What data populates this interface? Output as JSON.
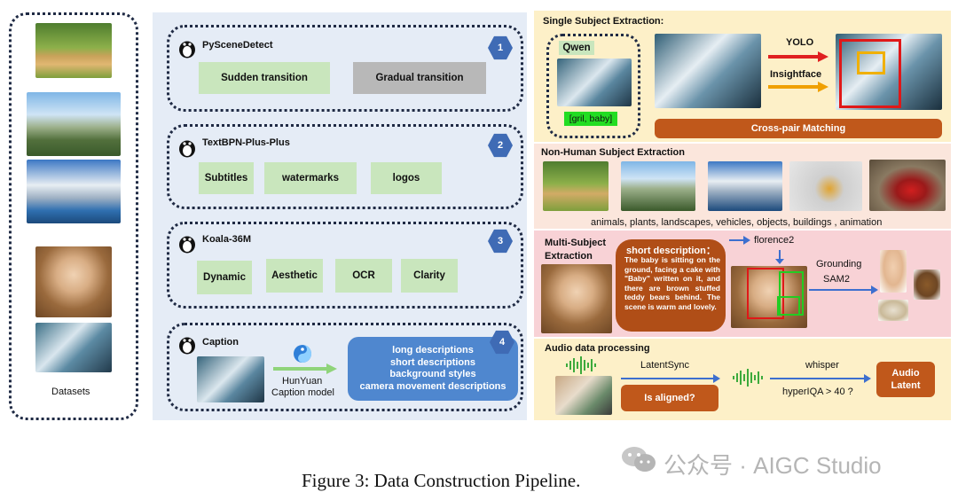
{
  "datasets_label": "Datasets",
  "stages": [
    {
      "tool": "PySceneDetect",
      "num": "1",
      "boxes": [
        "Sudden transition",
        "Gradual transition"
      ]
    },
    {
      "tool": "TextBPN-Plus-Plus",
      "num": "2",
      "boxes": [
        "Subtitles",
        "watermarks",
        "logos"
      ]
    },
    {
      "tool": "Koala-36M",
      "num": "3",
      "boxes": [
        "Dynamic",
        "Aesthetic",
        "OCR",
        "Clarity"
      ]
    },
    {
      "tool": "Caption",
      "num": "4",
      "model_line1": "HunYuan",
      "model_line2": "Caption model",
      "outputs": [
        "long descriptions",
        "short descriptions",
        "background styles",
        "camera movement descriptions"
      ]
    }
  ],
  "single": {
    "title": "Single Subject Extraction:",
    "qwen": "Qwen",
    "tags": "[gril, baby]",
    "yolo": "YOLO",
    "insightface": "Insightface",
    "matching": "Cross-pair Matching"
  },
  "nonhuman": {
    "title": "Non-Human Subject Extraction",
    "caption": "animals, plants, landscapes, vehicles, objects, buildings , animation"
  },
  "multi": {
    "title_line1": "Multi-Subject",
    "title_line2": "Extraction",
    "desc_title": "short description：",
    "desc_text": "The baby is sitting on the ground, facing a cake with \"Baby\" written on it, and there are brown stuffed teddy bears behind. The scene is warm and lovely.",
    "florence": "florence2",
    "grounding1": "Grounding",
    "grounding2": "SAM2"
  },
  "audio": {
    "title": "Audio data processing",
    "latentsync": "LatentSync",
    "aligned": "Is aligned?",
    "whisper": "whisper",
    "hyperiqa": "hyperIQA > 40 ?",
    "latent1": "Audio",
    "latent2": "Latent"
  },
  "watermark": "公众号 · AIGC Studio",
  "caption": "Figure 3: Data Construction Pipeline.",
  "colors": {
    "mid_panel": "#e5ecf6",
    "yellow_panel": "#fdf0c8",
    "peach_panel": "#fbe6dc",
    "pink_panel": "#f8d2d6",
    "orange": "#c0581b",
    "blue_box": "#4f87cf",
    "green_box": "#c9e6bd"
  },
  "icons": [
    "penguin-icon",
    "hunyuan-logo-icon",
    "arrow-icon",
    "waveform-icon",
    "wechat-icon"
  ]
}
